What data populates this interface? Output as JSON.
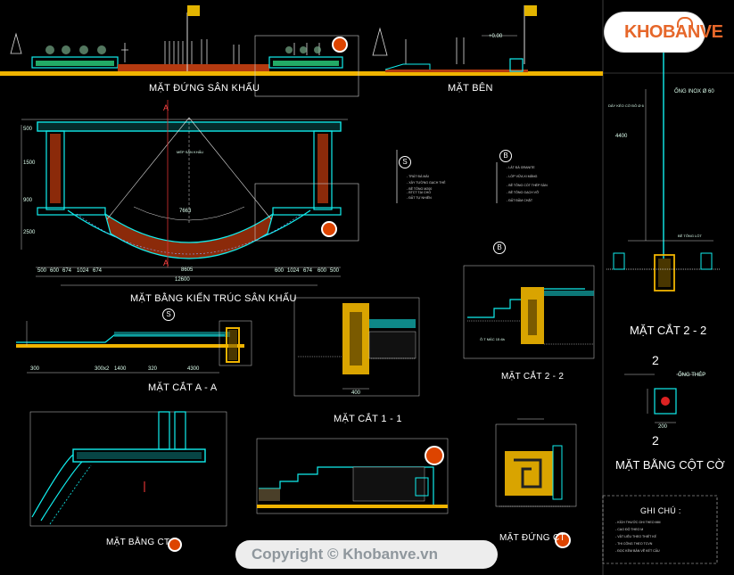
{
  "logo": {
    "text": "KHOBANVE"
  },
  "copyright": "Copyright © Khobanve.vn",
  "titles": {
    "stage_elevation": "MẶT ĐỨNG SÂN KHẤU",
    "side_elevation": "MẶT BÊN",
    "stage_plan": "MẶT BẰNG KIẾN TRÚC SÂN KHẤU",
    "section_aa": "MẶT CẮT A - A",
    "section_11": "MẶT CẮT 1 - 1",
    "section_22_mid": "MẶT CẮT 2 - 2",
    "section_22_right": "MẶT CẮT 2 - 2",
    "flagpole_plan": "MẶT BẰNG CỘT CỜ",
    "plan_ct": "MẶT BẰNG CT",
    "elevation_ct": "MẶT ĐỨNG CT",
    "notes": "GHI CHÚ :"
  },
  "markers": {
    "s": "S",
    "b": "B",
    "b2": "B",
    "a_top": "A",
    "a_bottom": "A",
    "s2": "S",
    "sec2": "2",
    "sec2b": "2"
  },
  "dimensions": {
    "plan_total": "12600",
    "plan_inner": "8605",
    "arc_radius": "7663",
    "chain_left": [
      "500",
      "600",
      "674",
      "1024",
      "674"
    ],
    "chain_right": [
      "600",
      "1024",
      "674",
      "600",
      "500"
    ],
    "height_left": [
      "500",
      "1500",
      "900",
      "2500"
    ],
    "section_aa": [
      "300",
      "300x2",
      "1400",
      "320",
      "4300"
    ],
    "section_11_width": "400",
    "flagpole_height": "4400"
  },
  "annotations": {
    "plan_center": "MÉP SÂN KHẤU",
    "flagpole_top": "ỐNG INOX Ø 60",
    "flagpole_note": "DÂY KÉO CỜ ĐỎ Ø 6",
    "flag_base": "ỐNG THÉP",
    "dim_200": "200",
    "sec_label": "Ô.T MÁC 15 đá",
    "foundation": "BÊ TÔNG LÓT",
    "elev_label": "+0.00"
  },
  "notes_s": [
    "- TRÁT ĐÁ MÀI",
    "- XÂY TƯỜNG GẠCH THẺ",
    "- BÊ TÔNG M200",
    "- BTCT TẠI CHỖ",
    "- ĐẤT TỰ NHIÊN"
  ],
  "notes_b": [
    "- LÁT ĐÁ GRANITE",
    "- LỚP VỮA XI MĂNG",
    "- BÊ TÔNG CỐT THÉP SÀN",
    "- BÊ TÔNG GẠCH VỠ",
    "- ĐẤT ĐẦM CHẶT"
  ],
  "notes_general": [
    "- KÍCH THƯỚC GHI THEO MM",
    "- CAO ĐỘ THEO M",
    "- VẬT LIỆU THEO THIẾT KẾ",
    "- THI CÔNG THEO TCVN",
    "- ĐỌC KÈM BẢN VẼ KẾT CẤU"
  ]
}
